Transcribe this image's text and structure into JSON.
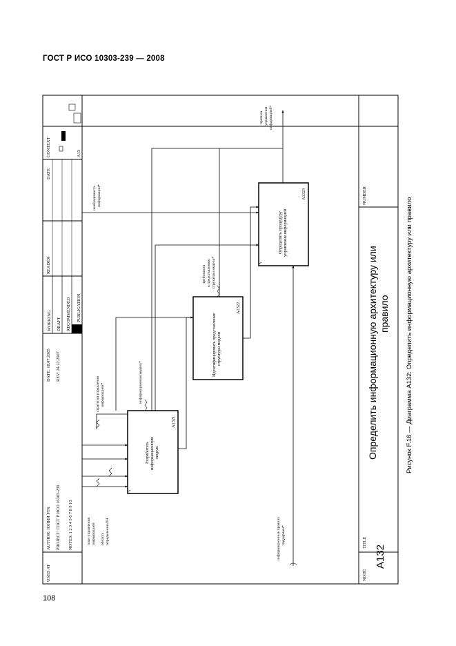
{
  "header": {
    "standard": "ГОСТ Р ИСО 10303-239 — 2008"
  },
  "page_number": "108",
  "caption": "Рисунок F.16 — Диаграмма А132: Определить информационную архитектуру или правило",
  "frame": {
    "used_at": "USED AT",
    "author": "AUTHOR: ЮНИИ РТК",
    "project": "PROJECT: ГОСТ Р ИСО 10303-239",
    "notes": "NOTES: 1 2 3 4 5 6 7 8 9 10",
    "date": "DATE: 18.07.2005",
    "rev": "REV: 24.12.2007",
    "working": "WORKING",
    "draft": "DRAFT",
    "recommended": "RECOMMENDED",
    "publication": "PUBLICATION",
    "reader": "READER",
    "reader_date": "DATE",
    "context": "CONTEXT",
    "context_node": "A13",
    "node_label": "NODE",
    "node_value": "А132",
    "title_label": "TITLE",
    "title_line1": "Определить информационную  архитектуру или",
    "title_line2": "правило",
    "number_label": "NUMBER"
  },
  "boxes": [
    {
      "label_line1": "Разработать",
      "label_line2": "информационную",
      "label_line3": "модель",
      "node": "А1321"
    },
    {
      "label_line1": "Идентифицировать представление",
      "label_line2": "структуры модели",
      "node": "А1322"
    },
    {
      "label_line1": "Определить процедуру",
      "label_line2": "управления информацией",
      "node": "А1323"
    }
  ],
  "arrows": {
    "in_plan_1": "план управления",
    "in_plan_2": "информацией",
    "in_area_1": "область",
    "in_area_2": "определения ОН",
    "strategy_1": "стратегия управления",
    "strategy_2": "информацией*",
    "info_models": "информационная модель*",
    "requirement_1": "требования",
    "requirement_2": "к представлению",
    "requirement_3": "структуры модели*",
    "necessity_1": "необходимость",
    "necessity_2": "информации*",
    "rules_1": "правила",
    "rules_2": "управления",
    "rules_3": "информацией*",
    "support_1": "информационные правила",
    "support_2": "поддержки*"
  }
}
